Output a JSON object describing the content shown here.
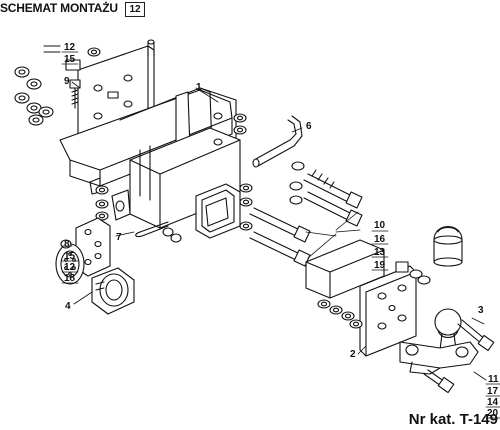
{
  "header": {
    "title": "SCHEMAT MONTAŻU",
    "page_number": "12"
  },
  "footer": {
    "catalog_number": "Nr kat. T-149"
  },
  "callouts": {
    "part_1": "1",
    "part_2": "2",
    "part_3": "3",
    "part_4": "4",
    "part_6": "6",
    "part_7": "7",
    "part_8": "8",
    "part_9": "9",
    "part_10": "10",
    "part_11": "11",
    "stack_top": [
      "12",
      "15"
    ],
    "stack_left": [
      "15",
      "12",
      "18"
    ],
    "stack_right": [
      "16",
      "13",
      "19"
    ],
    "stack_bottom": [
      "17",
      "14",
      "20"
    ]
  }
}
